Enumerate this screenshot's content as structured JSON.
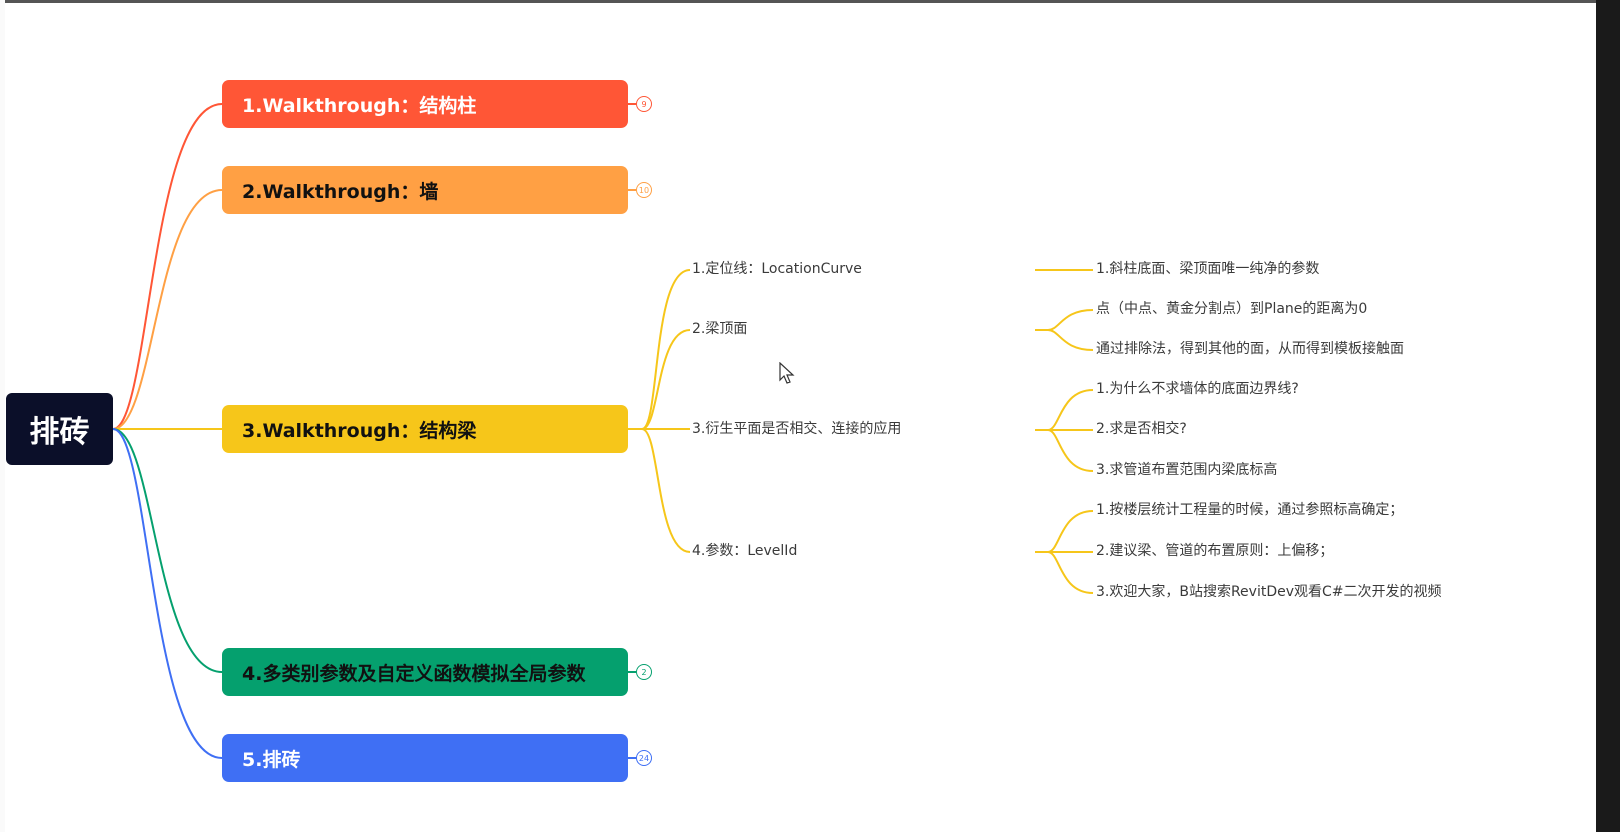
{
  "root": {
    "label": "排砖",
    "color": "#0b0f29"
  },
  "branches": [
    {
      "label": "1.Walkthrough：结构柱",
      "badge": "9",
      "color": "#ff5636"
    },
    {
      "label": "2.Walkthrough：墙",
      "badge": "10",
      "color": "#ffa044"
    },
    {
      "label": "3.Walkthrough：结构梁",
      "badge": "",
      "color": "#f6c61a"
    },
    {
      "label": "4.多类别参数及自定义函数模拟全局参数",
      "badge": "2",
      "color": "#05a06e"
    },
    {
      "label": "5.排砖",
      "badge": "24",
      "color": "#3f6ff4"
    }
  ],
  "subtopics": [
    {
      "label": "1.定位线：LocationCurve"
    },
    {
      "label": "2.梁顶面"
    },
    {
      "label": "3.衍生平面是否相交、连接的应用"
    },
    {
      "label": "4.参数：LevelId"
    }
  ],
  "leaves": [
    {
      "label": "1.斜柱底面、梁顶面唯一纯净的参数"
    },
    {
      "label": "点（中点、黄金分割点）到Plane的距离为0"
    },
    {
      "label": "通过排除法，得到其他的面，从而得到模板接触面"
    },
    {
      "label": "1.为什么不求墙体的底面边界线?"
    },
    {
      "label": "2.求是否相交?"
    },
    {
      "label": "3.求管道布置范围内梁底标高"
    },
    {
      "label": "1.按楼层统计工程量的时候，通过参照标高确定；"
    },
    {
      "label": "2.建议梁、管道的布置原则：上偏移；"
    },
    {
      "label": "3.欢迎大家，B站搜索RevitDev观看C#二次开发的视频"
    }
  ]
}
